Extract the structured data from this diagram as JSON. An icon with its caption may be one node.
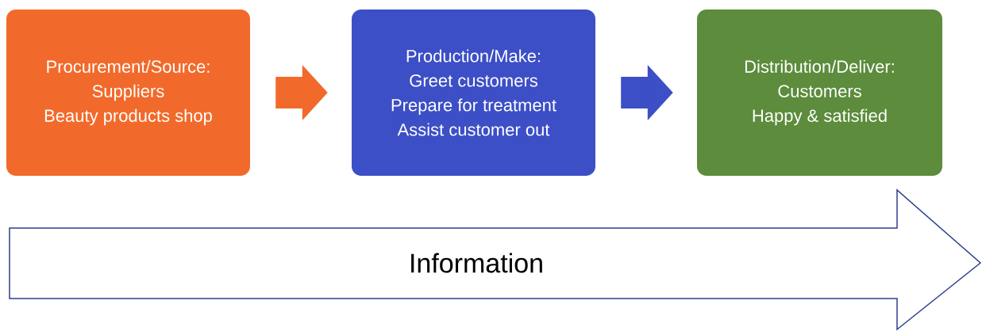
{
  "diagram": {
    "nodes": [
      {
        "text": [
          "Procurement/Source:",
          "Suppliers",
          "Beauty products shop"
        ]
      },
      {
        "text": [
          "Production/Make:",
          "Greet customers",
          "Prepare for treatment",
          "Assist customer out"
        ]
      },
      {
        "text": [
          "Distribution/Deliver:",
          "Customers",
          "Happy & satisfied"
        ]
      },
      {
        "text": [
          "Information"
        ]
      }
    ],
    "edges": [
      {
        "from": 0,
        "to": 1,
        "arrow": "to",
        "color": "#f26a2b"
      },
      {
        "from": 1,
        "to": 2,
        "arrow": "to",
        "color": "#3c4fc6"
      }
    ]
  }
}
